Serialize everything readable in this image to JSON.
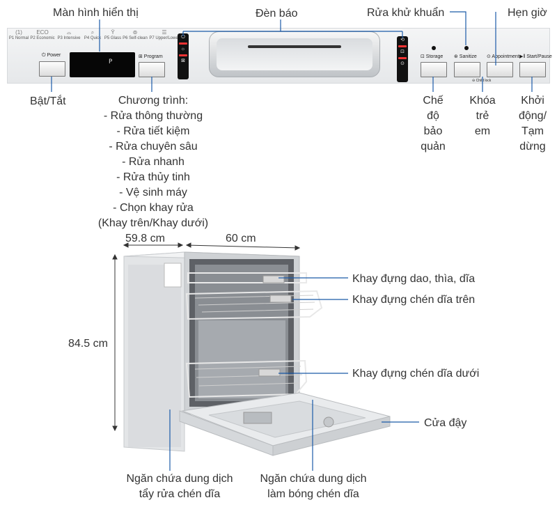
{
  "labels": {
    "display": "Màn hình hiển thị",
    "indicator": "Đèn báo",
    "sanitize": "Rửa khử khuẩn",
    "timer": "Hẹn giờ",
    "power": "Bật/Tắt",
    "program_title": "Chương trình:",
    "programs": [
      "- Rửa thông thường",
      "- Rửa tiết kiệm",
      "- Rửa chuyên sâu",
      "- Rửa nhanh",
      "- Rửa thủy tinh",
      "- Vệ sinh máy",
      "- Chọn khay rửa",
      "(Khay trên/Khay dưới)"
    ],
    "storage": [
      "Chế",
      "độ",
      "bảo",
      "quản"
    ],
    "childlock": [
      "Khóa",
      "trẻ",
      "em"
    ],
    "startpause": [
      "Khởi",
      "động/",
      "Tạm",
      "dừng"
    ],
    "depth": "59.8 cm",
    "width": "60 cm",
    "height": "84.5 cm",
    "cutlery_tray": "Khay đựng dao, thìa, dĩa",
    "upper_rack": "Khay đựng chén dĩa trên",
    "lower_rack": "Khay đựng chén dĩa dưới",
    "door": "Cửa đậy",
    "detergent_1": "Ngăn chứa dung dịch",
    "detergent_2": "tẩy rửa chén dĩa",
    "rinse_1": "Ngăn chứa dung dịch",
    "rinse_2": "làm bóng chén dĩa"
  },
  "panel": {
    "programs": [
      "P1 Normal",
      "P2 Economic",
      "P3 Intensive",
      "P4 Quick",
      "P5 Glass",
      "P6 Self-clean",
      "P7 Upper/Lower"
    ],
    "program_icons": [
      "(1)",
      "ECO",
      "⌓",
      "⌕",
      "Ϋ",
      "⊚",
      "☰"
    ],
    "power_btn": "⏻ Power",
    "program_btn": "⊞ Program",
    "storage_btn": "⊡ Storage",
    "sanitize_btn": "⊛ Sanitize",
    "appointment_btn": "⊙ Appointment",
    "start_btn": "▶‖ Start/Pause",
    "childlock_caption": "⊖ Child lock",
    "display_text": "P",
    "left_indicators": [
      "⏻",
      "☼",
      "⊠"
    ],
    "right_indicators": [
      "⟲",
      "⊡",
      "⊙"
    ]
  },
  "colors": {
    "accent_line": "#1a5aa8",
    "text": "#333333",
    "panel": "#e9ebed",
    "body": "#d4d7da"
  }
}
